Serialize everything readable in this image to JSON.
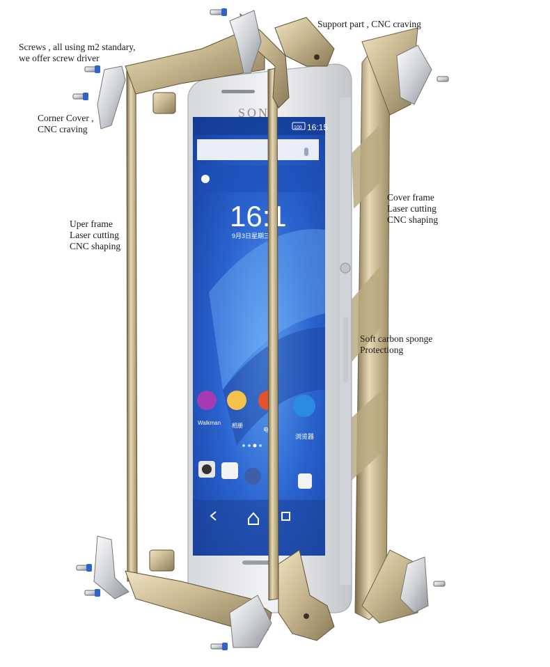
{
  "phone": {
    "brand": "SONY",
    "status_battery": "100",
    "status_time": "16:15",
    "clock_visible": "16:1",
    "date_visible": "9月3日星期三",
    "apps": [
      {
        "label": "Walkman",
        "icon": "walkman-icon"
      },
      {
        "label": "相册",
        "icon": "album-icon"
      },
      {
        "label": "电",
        "icon": "video-icon"
      },
      {
        "label": "浏览器",
        "icon": "browser-icon"
      }
    ],
    "dock_icons": [
      "camera-icon",
      "messaging-icon",
      "app-drawer-icon",
      "phone-icon"
    ],
    "nav_icons": [
      "back-icon",
      "home-icon",
      "recent-apps-icon"
    ]
  },
  "annotations": {
    "screws": [
      "Screws , all using m2 standary,",
      "we offer screw driver"
    ],
    "support": [
      "Support part , CNC craving"
    ],
    "corner": [
      "Corner Cover ,",
      "CNC craving"
    ],
    "uper_frame": [
      "Uper frame",
      "Laser cutting",
      "CNC shaping"
    ],
    "cover_frame": [
      "Cover frame",
      "Laser cutting",
      "CNC shaping"
    ],
    "sponge": [
      "Soft carbon sponge",
      "Protectiong"
    ]
  },
  "colors": {
    "gold": "#c8b890",
    "gold_dark": "#8a7a58",
    "silver": "#c9ccd1",
    "screen_blue": "#1f4fb8",
    "phone_body": "#e4e6e9"
  }
}
